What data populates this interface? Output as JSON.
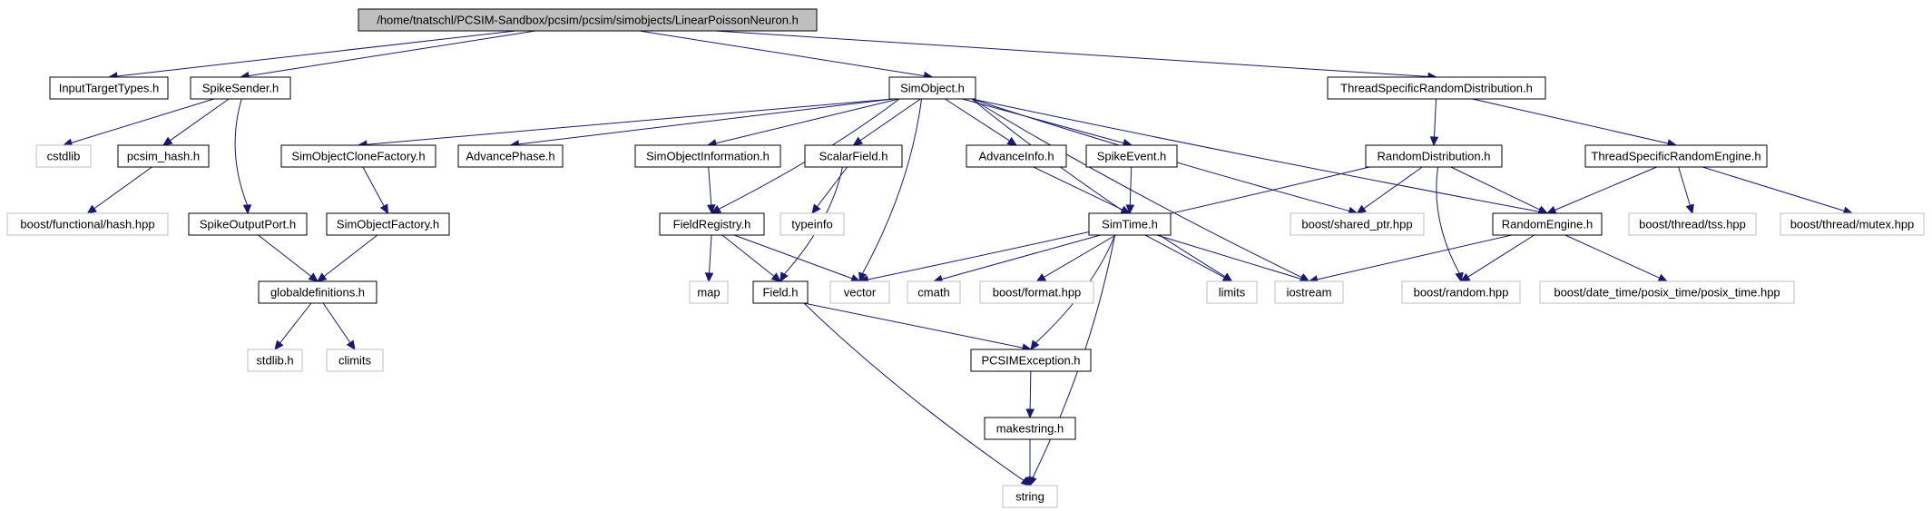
{
  "graph": {
    "nodes": [
      {
        "id": "root",
        "label": "/home/tnatschl/PCSIM-Sandbox/pcsim/pcsim/simobjects/LinearPoissonNeuron.h",
        "kind": "root"
      },
      {
        "id": "inputtarget",
        "label": "InputTargetTypes.h",
        "kind": "proj"
      },
      {
        "id": "spikesender",
        "label": "SpikeSender.h",
        "kind": "proj"
      },
      {
        "id": "simobject",
        "label": "SimObject.h",
        "kind": "proj"
      },
      {
        "id": "tsrd",
        "label": "ThreadSpecificRandomDistribution.h",
        "kind": "proj"
      },
      {
        "id": "cstdlib",
        "label": "cstdlib",
        "kind": "ext"
      },
      {
        "id": "pcsimhash",
        "label": "pcsim_hash.h",
        "kind": "proj"
      },
      {
        "id": "socf",
        "label": "SimObjectCloneFactory.h",
        "kind": "proj"
      },
      {
        "id": "advphase",
        "label": "AdvancePhase.h",
        "kind": "proj"
      },
      {
        "id": "soinfo",
        "label": "SimObjectInformation.h",
        "kind": "proj"
      },
      {
        "id": "scalarfield",
        "label": "ScalarField.h",
        "kind": "proj"
      },
      {
        "id": "advinfo",
        "label": "AdvanceInfo.h",
        "kind": "proj"
      },
      {
        "id": "spikeevent",
        "label": "SpikeEvent.h",
        "kind": "proj"
      },
      {
        "id": "randdist",
        "label": "RandomDistribution.h",
        "kind": "proj"
      },
      {
        "id": "tsre",
        "label": "ThreadSpecificRandomEngine.h",
        "kind": "proj"
      },
      {
        "id": "bfhash",
        "label": "boost/functional/hash.hpp",
        "kind": "ext"
      },
      {
        "id": "spikeoutport",
        "label": "SpikeOutputPort.h",
        "kind": "proj"
      },
      {
        "id": "sofactory",
        "label": "SimObjectFactory.h",
        "kind": "proj"
      },
      {
        "id": "fieldreg",
        "label": "FieldRegistry.h",
        "kind": "proj"
      },
      {
        "id": "typeinfo",
        "label": "typeinfo",
        "kind": "ext"
      },
      {
        "id": "simtime",
        "label": "SimTime.h",
        "kind": "proj"
      },
      {
        "id": "sharedptr",
        "label": "boost/shared_ptr.hpp",
        "kind": "ext"
      },
      {
        "id": "randengine",
        "label": "RandomEngine.h",
        "kind": "proj"
      },
      {
        "id": "tss",
        "label": "boost/thread/tss.hpp",
        "kind": "ext"
      },
      {
        "id": "mutex",
        "label": "boost/thread/mutex.hpp",
        "kind": "ext"
      },
      {
        "id": "globaldefs",
        "label": "globaldefinitions.h",
        "kind": "proj"
      },
      {
        "id": "map",
        "label": "map",
        "kind": "ext"
      },
      {
        "id": "field",
        "label": "Field.h",
        "kind": "proj"
      },
      {
        "id": "vector",
        "label": "vector",
        "kind": "ext"
      },
      {
        "id": "cmath",
        "label": "cmath",
        "kind": "ext"
      },
      {
        "id": "bformat",
        "label": "boost/format.hpp",
        "kind": "ext"
      },
      {
        "id": "limits",
        "label": "limits",
        "kind": "ext"
      },
      {
        "id": "iostream",
        "label": "iostream",
        "kind": "ext"
      },
      {
        "id": "brandom",
        "label": "boost/random.hpp",
        "kind": "ext"
      },
      {
        "id": "posixtime",
        "label": "boost/date_time/posix_time/posix_time.hpp",
        "kind": "ext"
      },
      {
        "id": "stdlib",
        "label": "stdlib.h",
        "kind": "ext"
      },
      {
        "id": "climits",
        "label": "climits",
        "kind": "ext"
      },
      {
        "id": "pcsimexc",
        "label": "PCSIMException.h",
        "kind": "proj"
      },
      {
        "id": "makestring",
        "label": "makestring.h",
        "kind": "proj"
      },
      {
        "id": "string",
        "label": "string",
        "kind": "ext"
      }
    ],
    "edges": [
      [
        "root",
        "inputtarget"
      ],
      [
        "root",
        "spikesender"
      ],
      [
        "root",
        "simobject"
      ],
      [
        "root",
        "tsrd"
      ],
      [
        "spikesender",
        "cstdlib"
      ],
      [
        "spikesender",
        "pcsimhash"
      ],
      [
        "spikesender",
        "spikeoutport"
      ],
      [
        "pcsimhash",
        "bfhash"
      ],
      [
        "spikeoutport",
        "globaldefs"
      ],
      [
        "globaldefs",
        "stdlib"
      ],
      [
        "globaldefs",
        "climits"
      ],
      [
        "simobject",
        "socf"
      ],
      [
        "simobject",
        "advphase"
      ],
      [
        "simobject",
        "soinfo"
      ],
      [
        "simobject",
        "scalarfield"
      ],
      [
        "simobject",
        "advinfo"
      ],
      [
        "simobject",
        "spikeevent"
      ],
      [
        "simobject",
        "fieldreg"
      ],
      [
        "simobject",
        "vector"
      ],
      [
        "simobject",
        "limits"
      ],
      [
        "simobject",
        "iostream"
      ],
      [
        "simobject",
        "sharedptr"
      ],
      [
        "simobject",
        "randengine"
      ],
      [
        "socf",
        "sofactory"
      ],
      [
        "sofactory",
        "globaldefs"
      ],
      [
        "soinfo",
        "fieldreg"
      ],
      [
        "scalarfield",
        "typeinfo"
      ],
      [
        "scalarfield",
        "field"
      ],
      [
        "fieldreg",
        "map"
      ],
      [
        "fieldreg",
        "field"
      ],
      [
        "fieldreg",
        "vector"
      ],
      [
        "field",
        "pcsimexc"
      ],
      [
        "field",
        "string"
      ],
      [
        "advinfo",
        "simtime"
      ],
      [
        "spikeevent",
        "simtime"
      ],
      [
        "simtime",
        "cmath"
      ],
      [
        "simtime",
        "bformat"
      ],
      [
        "simtime",
        "limits"
      ],
      [
        "simtime",
        "iostream"
      ],
      [
        "simtime",
        "pcsimexc"
      ],
      [
        "simtime",
        "string"
      ],
      [
        "pcsimexc",
        "makestring"
      ],
      [
        "makestring",
        "string"
      ],
      [
        "tsrd",
        "randdist"
      ],
      [
        "tsrd",
        "tsre"
      ],
      [
        "randdist",
        "vector"
      ],
      [
        "randdist",
        "sharedptr"
      ],
      [
        "randdist",
        "randengine"
      ],
      [
        "randdist",
        "brandom"
      ],
      [
        "tsre",
        "randengine"
      ],
      [
        "tsre",
        "tss"
      ],
      [
        "tsre",
        "mutex"
      ],
      [
        "randengine",
        "iostream"
      ],
      [
        "randengine",
        "brandom"
      ],
      [
        "randengine",
        "posixtime"
      ]
    ]
  }
}
